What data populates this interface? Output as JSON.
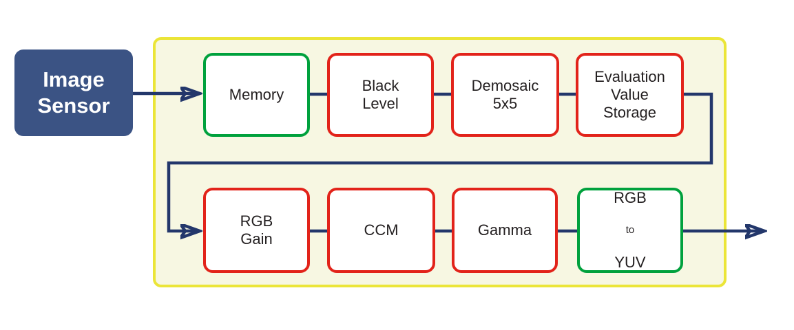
{
  "colors": {
    "connector_navy": "#23376b",
    "sensor_blue": "#3b5384",
    "box_red": "#e2231a",
    "box_green": "#00a13d",
    "container_yellow_border": "#ebe538",
    "container_fill": "#f7f7e2",
    "label_text": "#231f20"
  },
  "source_node": {
    "label": "Image\nSensor"
  },
  "pipeline": {
    "top_row": [
      {
        "id": "memory",
        "label": "Memory",
        "border_color": "green"
      },
      {
        "id": "black-level",
        "label": "Black\nLevel",
        "border_color": "red"
      },
      {
        "id": "demosaic-5x5",
        "label": "Demosaic\n5x5",
        "border_color": "red"
      },
      {
        "id": "evaluation-value-storage",
        "label": "Evaluation\nValue\nStorage",
        "border_color": "red"
      }
    ],
    "bottom_row": [
      {
        "id": "rgb-gain",
        "label": "RGB\nGain",
        "border_color": "red"
      },
      {
        "id": "ccm",
        "label": "CCM",
        "border_color": "red"
      },
      {
        "id": "gamma",
        "label": "Gamma",
        "border_color": "red"
      },
      {
        "id": "rgb-to-yuv",
        "label_top": "RGB",
        "label_mid": "to",
        "label_bottom": "YUV",
        "border_color": "green"
      }
    ]
  },
  "flow_order": [
    "Image Sensor",
    "Memory",
    "Black Level",
    "Demosaic 5x5",
    "Evaluation Value Storage",
    "RGB Gain",
    "CCM",
    "Gamma",
    "RGB to YUV"
  ]
}
